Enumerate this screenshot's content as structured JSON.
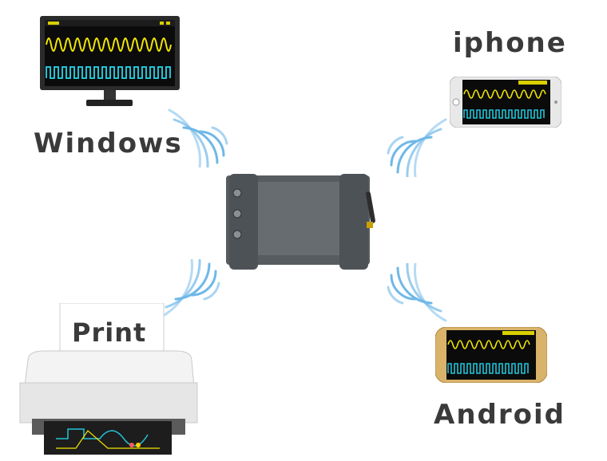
{
  "labels": {
    "windows": "Windows",
    "iphone": "iphone",
    "android": "Android",
    "print": "Print"
  },
  "colors": {
    "trace_yellow": "#f2e600",
    "trace_cyan": "#22c3d6",
    "device_body": "#5f6469",
    "wifi_waves": "#6fb8e8",
    "label_text": "#3a3a3a"
  },
  "icons": [
    "monitor",
    "smartphone",
    "printer",
    "oscilloscope-device",
    "wifi-waves"
  ]
}
